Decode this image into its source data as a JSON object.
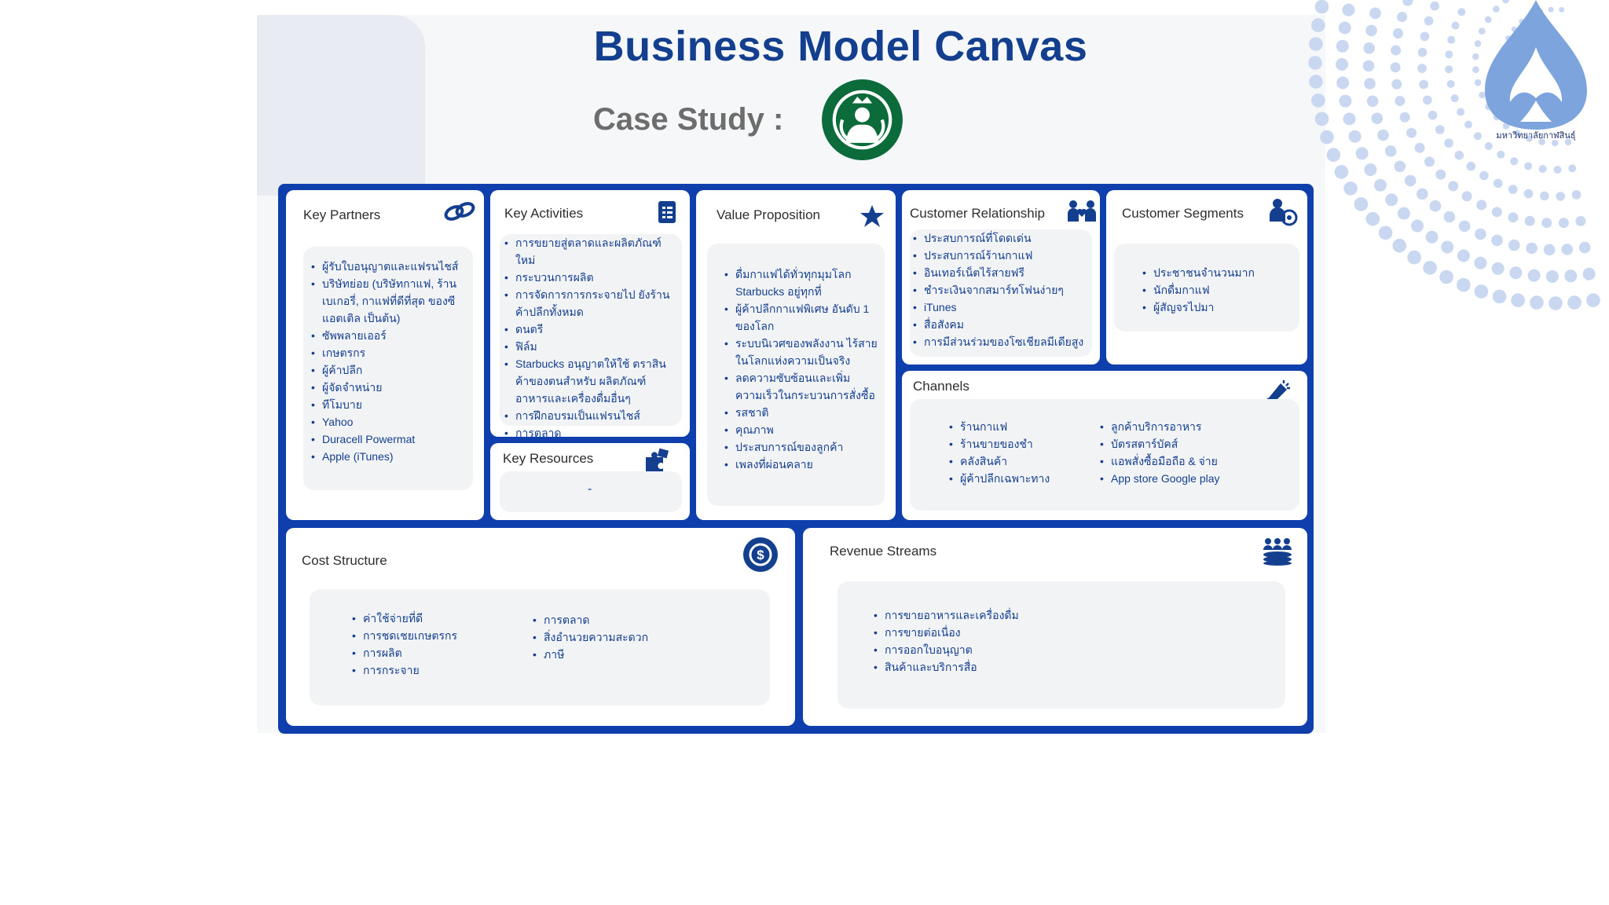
{
  "header": {
    "title": "Business Model Canvas",
    "case_label": "Case Study :",
    "university_caption": "มหาวิทยาลัยกาฬสินธุ์"
  },
  "colors": {
    "primary": "#143f8f",
    "canvas_border": "#0e3fad",
    "panel": "#f2f3f5"
  },
  "blocks": {
    "key_partners": {
      "title": "Key Partners",
      "icon": "handshake-link-icon",
      "items": [
        "ผู้รับใบอนุญาตและแฟรนไชส์",
        "บริษัทย่อย (บริษัทกาแฟ, ร้านเบเกอรี่, กาแฟที่ดีที่สุด ของซีแอตเติล เป็นต้น)",
        "ซัพพลายเออร์",
        "เกษตรกร",
        "ผู้ค้าปลีก",
        "ผู้จัดจำหน่าย",
        "ทีโมบาย",
        "Yahoo",
        "Duracell Powermat",
        "Apple (iTunes)"
      ]
    },
    "key_activities": {
      "title": "Key Activities",
      "icon": "checklist-icon",
      "items": [
        "การขยายสู่ตลาดและผลิตภัณฑ์ใหม่",
        "กระบวนการผลิต",
        "การจัดการการกระจายไป ยังร้านค้าปลีกทั้งหมด",
        "ดนตรี",
        "ฟิล์ม",
        "Starbucks อนุญาตให้ใช้ ตราสินค้าของตนสำหรับ ผลิตภัณฑ์อาหารและเครื่องดื่มอื่นๆ",
        "การฝึกอบรมเป็นแฟรนไชส์",
        "การตลาด"
      ]
    },
    "key_resources": {
      "title": "Key Resources",
      "icon": "puzzle-icon",
      "value": "-"
    },
    "value_proposition": {
      "title": "Value Proposition",
      "icon": "star-icon",
      "items": [
        "ดื่มกาแฟได้ทั่วทุกมุมโลก Starbucks อยู่ทุกที่",
        "ผู้ค้าปลีกกาแฟพิเศษ อันดับ 1 ของโลก",
        "ระบบนิเวศของพลังงาน ไร้สายในโลกแห่งความเป็นจริง",
        "ลดความซับซ้อนและเพิ่ม ความเร็วในกระบวนการสั่งซื้อ",
        "รสชาติ",
        "คุณภาพ",
        "ประสบการณ์ของลูกค้า",
        "เพลงที่ผ่อนคลาย"
      ]
    },
    "customer_relationship": {
      "title": "Customer Relationship",
      "icon": "people-heart-icon",
      "items": [
        "ประสบการณ์ที่โดดเด่น",
        "ประสบการณ์ร้านกาแฟ",
        "อินเทอร์เน็ตไร้สายฟรี",
        "ชำระเงินจากสมาร์ทโฟนง่ายๆ",
        "iTunes",
        "สื่อสังคม",
        "การมีส่วนร่วมของโซเชียลมีเดียสูง"
      ]
    },
    "customer_segments": {
      "title": "Customer Segments",
      "icon": "person-target-icon",
      "items": [
        "ประชาชนจำนวนมาก",
        "นักดื่มกาแฟ",
        "ผู้สัญจรไปมา"
      ]
    },
    "channels": {
      "title": "Channels",
      "icon": "megaphone-icon",
      "left": [
        "ร้านกาแฟ",
        "ร้านขายของชำ",
        "คลังสินค้า",
        "ผู้ค้าปลีกเฉพาะทาง"
      ],
      "right": [
        "ลูกค้าบริการอาหาร",
        "บัตรสตาร์บัคส์",
        "แอพสั่งซื้อมือถือ & จ่าย",
        "App store Google play"
      ]
    },
    "cost_structure": {
      "title": "Cost Structure",
      "icon": "dollar-coin-icon",
      "left": [
        "ค่าใช้จ่ายที่ดี",
        "การชดเชยเกษตรกร",
        "การผลิต",
        "การกระจาย"
      ],
      "right": [
        "การตลาด",
        "สิ่งอำนวยความสะดวก",
        "ภาษี"
      ]
    },
    "revenue_streams": {
      "title": "Revenue Streams",
      "icon": "group-coins-icon",
      "items": [
        "การขายอาหารและเครื่องดื่ม",
        "การขายต่อเนื่อง",
        "การออกใบอนุญาต",
        "สินค้าและบริการสื่อ"
      ]
    }
  }
}
